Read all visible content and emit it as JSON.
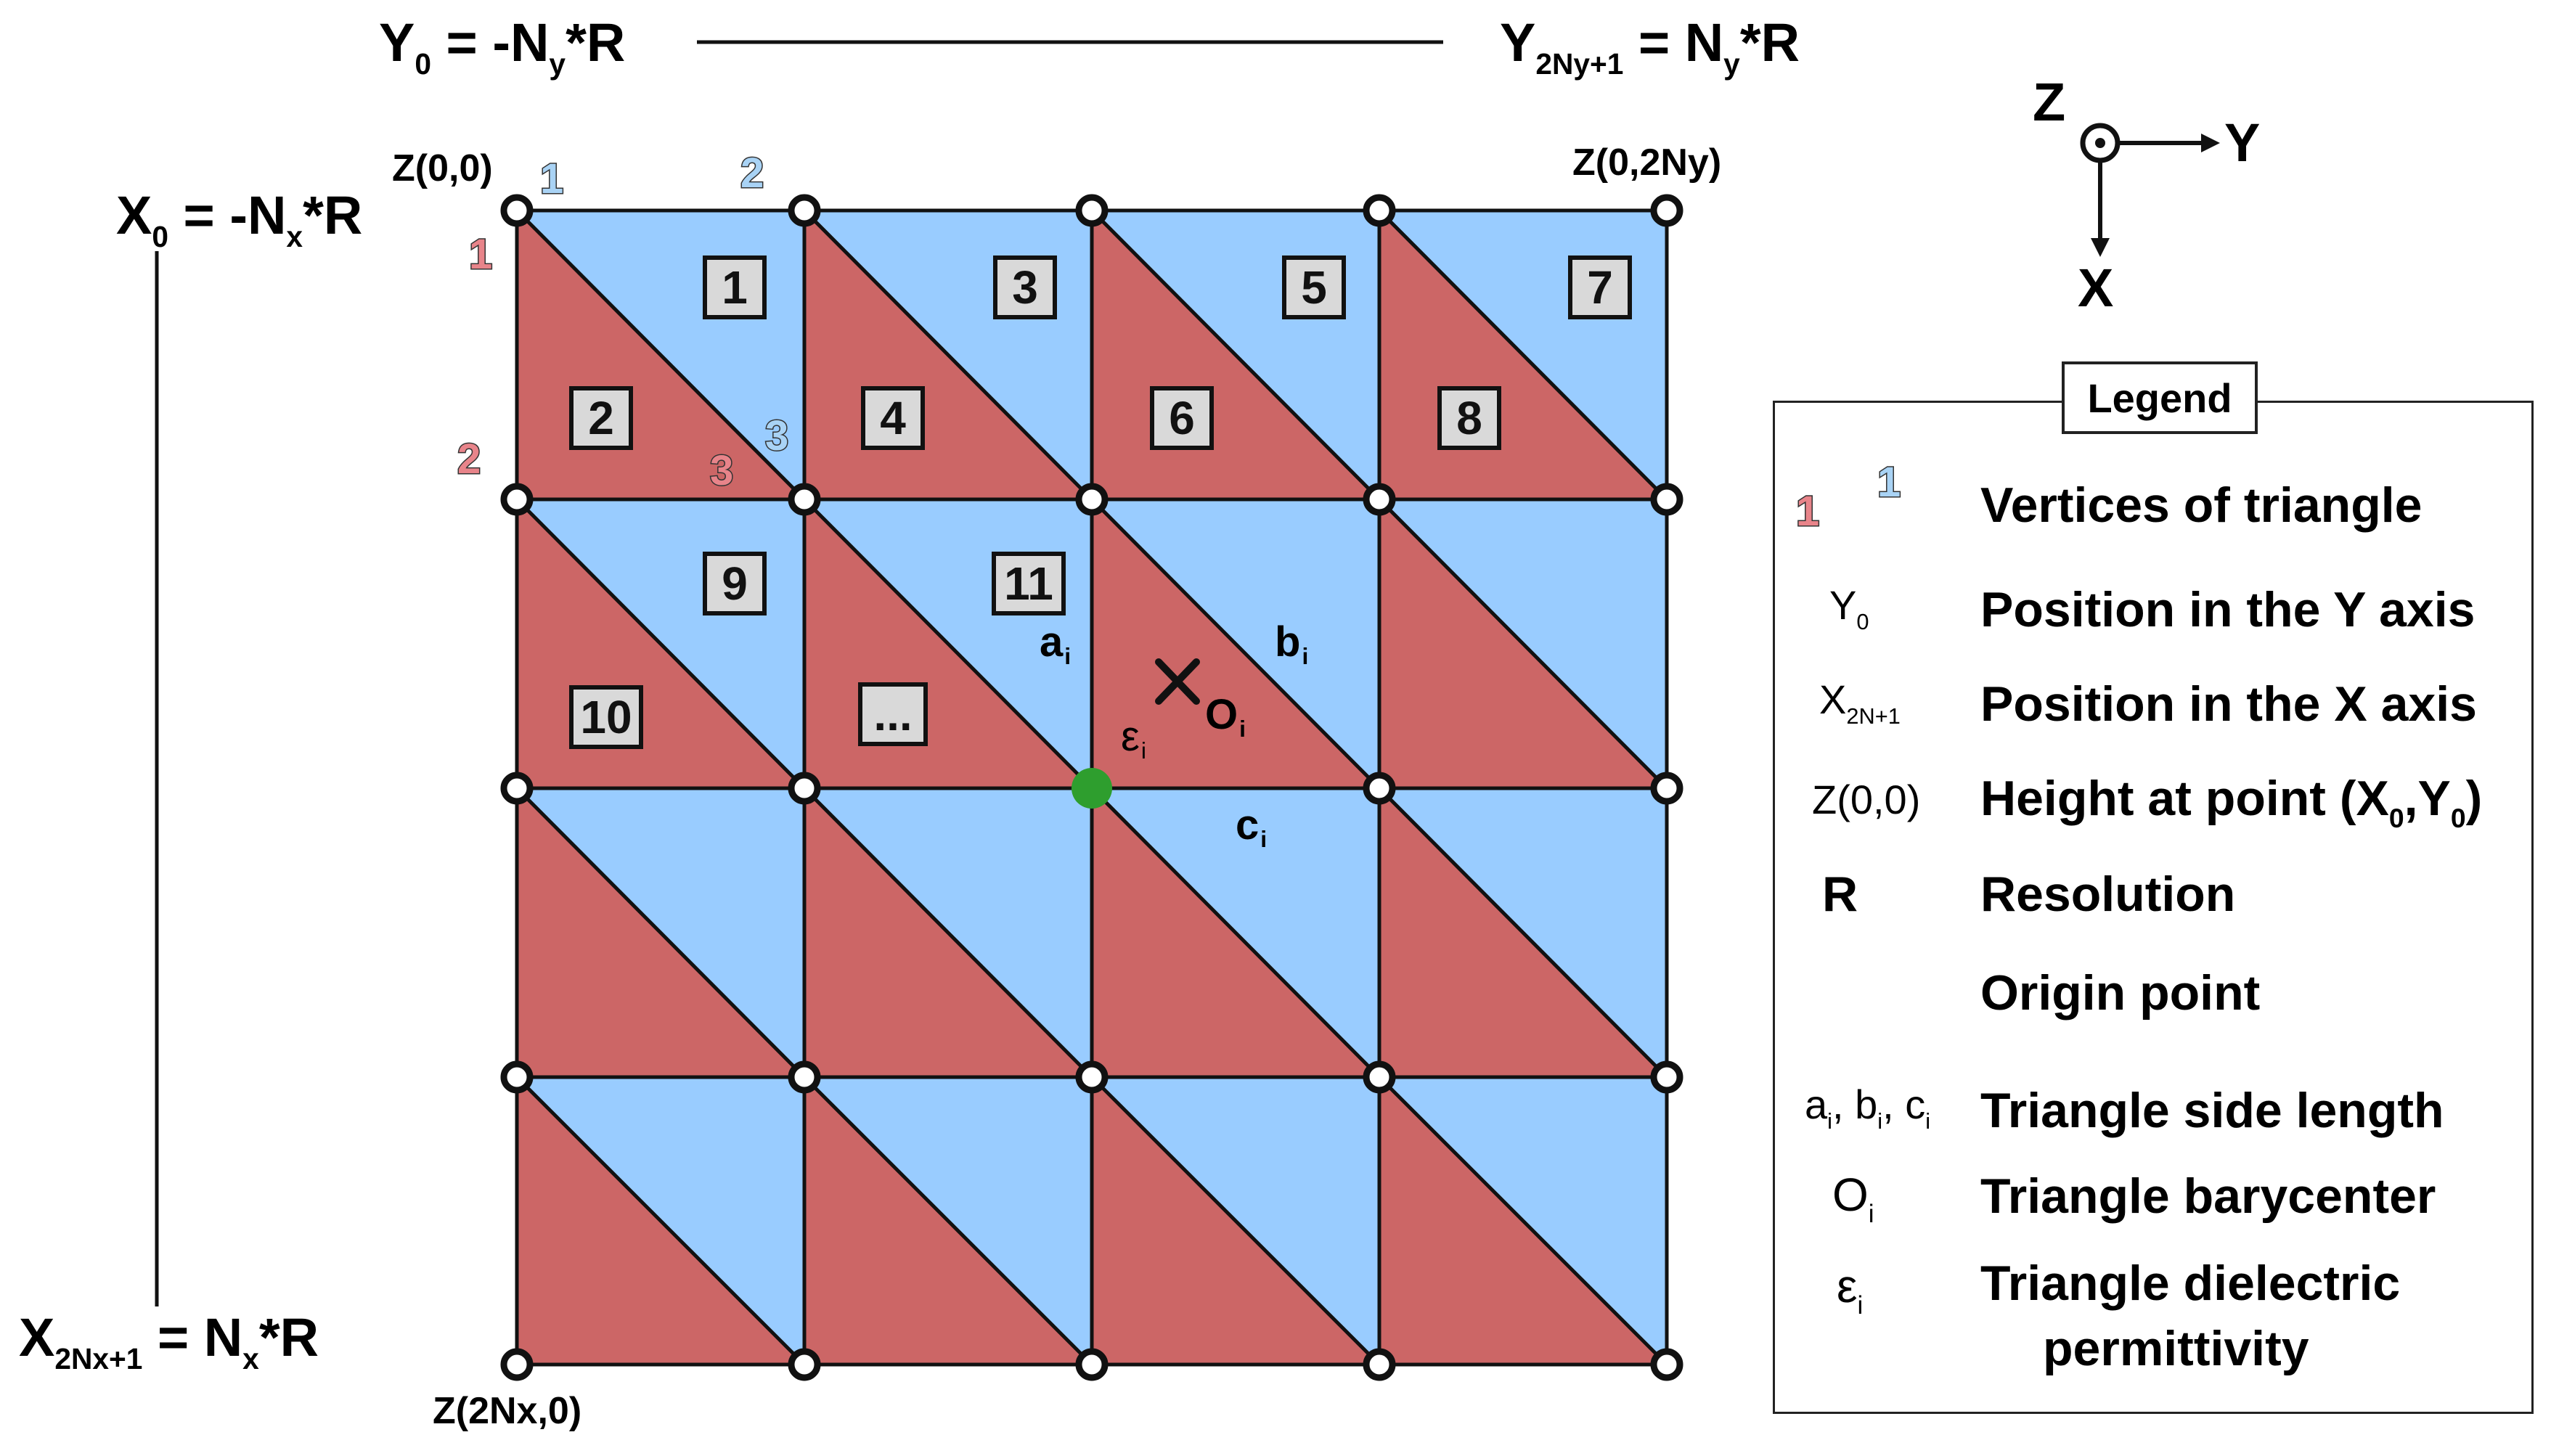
{
  "axes_text": {
    "y0": {
      "main": "Y",
      "sub": "0",
      "rest": " = -N",
      "sub2": "y",
      "tail": "*R"
    },
    "y2ny": {
      "main": "Y",
      "sub": "2Ny+1",
      "rest": " = N",
      "sub2": "y",
      "tail": "*R"
    },
    "x0": {
      "main": "X",
      "sub": "0",
      "rest": " = -N",
      "sub2": "x",
      "tail": "*R"
    },
    "x2nx": {
      "main": "X",
      "sub": "2Nx+1",
      "rest": " = N",
      "sub2": "x",
      "tail": "*R"
    }
  },
  "corner_labels": {
    "top_left": "Z(0,0)",
    "top_right": "Z(0,2Ny)",
    "bottom_left": "Z(2Nx,0)"
  },
  "vertex_numbers": {
    "blue": [
      "1",
      "2",
      "3"
    ],
    "red": [
      "1",
      "2",
      "3"
    ]
  },
  "triangle_numbers": [
    "1",
    "2",
    "3",
    "4",
    "5",
    "6",
    "7",
    "8",
    "9",
    "10",
    "11",
    "..."
  ],
  "triangle_annotations": {
    "a": {
      "main": "a",
      "sub": "i"
    },
    "b": {
      "main": "b",
      "sub": "i"
    },
    "c": {
      "main": "c",
      "sub": "i"
    },
    "o": {
      "main": "O",
      "sub": "i"
    },
    "eps": {
      "main": "ε",
      "sub": "i"
    }
  },
  "axis_indicator": {
    "z": "Z",
    "y": "Y",
    "x": "X"
  },
  "legend": {
    "title": "Legend",
    "items": [
      {
        "symbol": "1  1",
        "text": "Vertices of triangle"
      },
      {
        "symbol": "Y0",
        "text": "Position in the Y axis"
      },
      {
        "symbol": "X2N+1",
        "text": "Position in the X axis"
      },
      {
        "symbol": "Z(0,0)",
        "text": "Height at point (X0,Y0)"
      },
      {
        "symbol": "R",
        "text": "Resolution"
      },
      {
        "symbol": "origin-marker",
        "text": "Origin point"
      },
      {
        "symbol": "ai, bi, ci",
        "text": "Triangle side length"
      },
      {
        "symbol": "Oi",
        "text": "Triangle barycenter"
      },
      {
        "symbol": "εi",
        "text": "Triangle dielectric permittivity"
      }
    ],
    "sym_text": {
      "y0": {
        "main": "Y",
        "sub": "0"
      },
      "x2n": {
        "main": "X",
        "sub": "2N+1"
      },
      "z00": "Z(0,0)",
      "r": "R",
      "abc": {
        "a": "a",
        "b": "b",
        "c": "c",
        "sub": "i",
        "sep": ", "
      },
      "oi": {
        "main": "O",
        "sub": "i"
      },
      "ei": {
        "main": "ε",
        "sub": "i"
      },
      "height_text": {
        "pre": "Height at point (X",
        "s1": "0",
        "mid": ",Y",
        "s2": "0",
        "post": ")"
      },
      "perm_line1": "Triangle dielectric",
      "perm_line2": "permittivity"
    }
  },
  "colors": {
    "red_triangle": "#cc6666",
    "blue_triangle": "#99ccff",
    "origin": "#2e9e2e",
    "grid_line": "#111111",
    "box_fill": "#d9d9d9"
  }
}
